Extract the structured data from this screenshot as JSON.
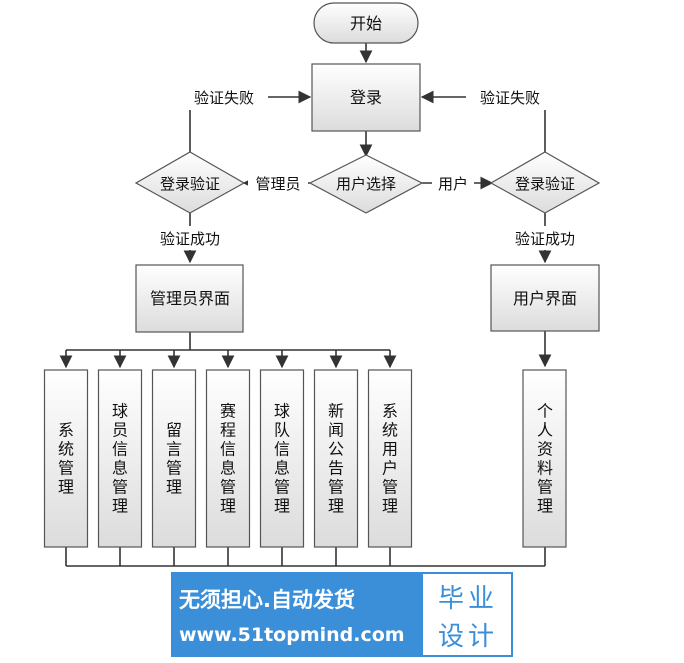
{
  "flow": {
    "start": "开始",
    "login": "登录",
    "fail_left": "验证失败",
    "fail_right": "验证失败",
    "verify_left": "登录验证",
    "verify_right": "登录验证",
    "admin_edge": "管理员",
    "choose": "用户选择",
    "user_edge": "用户",
    "success_left": "验证成功",
    "success_right": "验证成功",
    "admin_ui": "管理员界面",
    "user_ui": "用户界面",
    "modules": [
      {
        "label": "系统管理"
      },
      {
        "label": "球员信息管理"
      },
      {
        "label": "留言管理"
      },
      {
        "label": "赛程信息管理"
      },
      {
        "label": "球队信息管理"
      },
      {
        "label": "新闻公告管理"
      },
      {
        "label": "系统用户管理"
      }
    ],
    "user_module": "个人资料管理"
  },
  "watermark": {
    "slogan": "无须担心.自动发货",
    "url": "www.51topmind.com",
    "badge_line1": "毕业",
    "badge_line2": "设计"
  },
  "colors": {
    "box_fill_top": "#ffffff",
    "box_fill_bottom": "#dcdcdc",
    "watermark_blue": "#3a8fd8"
  }
}
